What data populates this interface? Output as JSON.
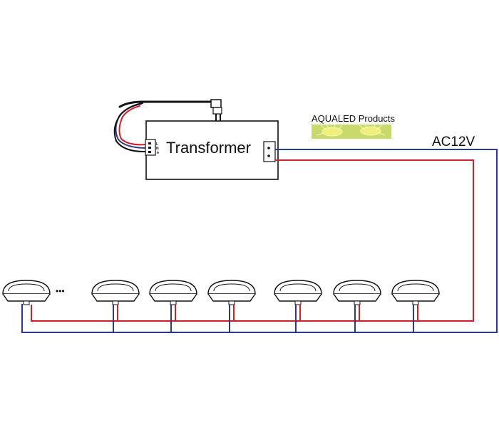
{
  "transformer": {
    "label": "Transformer"
  },
  "supply": {
    "label": "AC12V"
  },
  "brand": {
    "name": "AQUALED Products"
  },
  "ellipsis": "•••",
  "terminals": {
    "input_labels": [
      "L",
      "N",
      "⏚"
    ]
  },
  "lamp_count": 7,
  "colors": {
    "positive_wire": "#d0202a",
    "negative_wire": "#2b3a8f",
    "outline": "#111111",
    "brand_green": "#c9d96a",
    "brand_yellow": "#eef07a"
  }
}
